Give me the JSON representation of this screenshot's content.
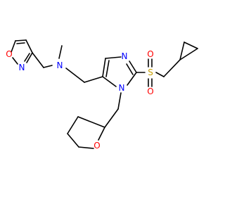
{
  "colors": {
    "bond": "#000000",
    "carbon": "#000000",
    "nitrogen": "#0000ff",
    "oxygen": "#ff0000",
    "sulfur": "#c8a000"
  },
  "atoms": {
    "isoxazole_O": "O",
    "isoxazole_N": "N",
    "amine_N": "N",
    "imidazole_N3": "N",
    "imidazole_N1": "N",
    "sulfonyl_S": "S",
    "sulfonyl_O_top": "O",
    "sulfonyl_O_bottom": "O",
    "thf_O": "O"
  }
}
